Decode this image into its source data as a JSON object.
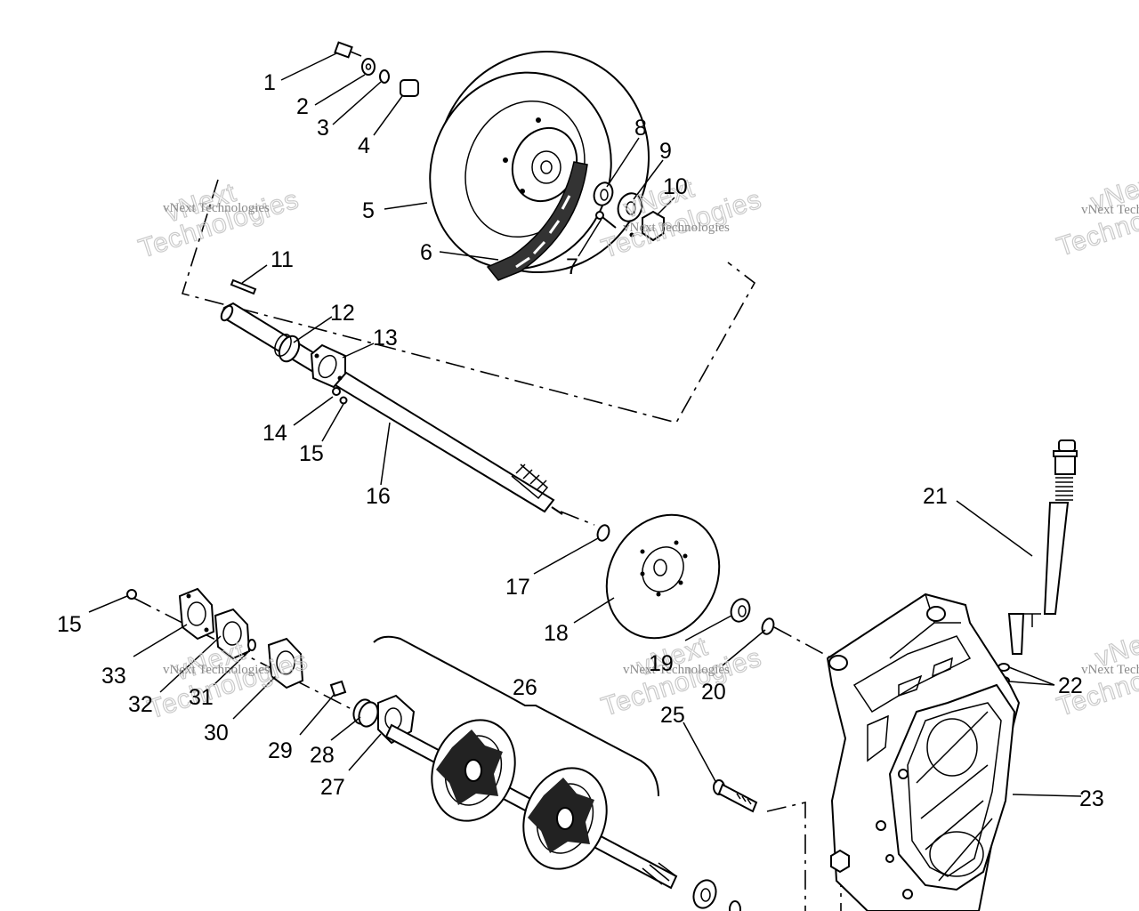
{
  "callouts": [
    {
      "id": "1",
      "text": "1"
    },
    {
      "id": "2",
      "text": "2"
    },
    {
      "id": "3",
      "text": "3"
    },
    {
      "id": "4",
      "text": "4"
    },
    {
      "id": "5",
      "text": "5"
    },
    {
      "id": "6",
      "text": "6"
    },
    {
      "id": "7",
      "text": "7"
    },
    {
      "id": "8",
      "text": "8"
    },
    {
      "id": "9",
      "text": "9"
    },
    {
      "id": "10",
      "text": "10"
    },
    {
      "id": "11",
      "text": "11"
    },
    {
      "id": "12",
      "text": "12"
    },
    {
      "id": "13",
      "text": "13"
    },
    {
      "id": "14",
      "text": "14"
    },
    {
      "id": "15",
      "text": "15"
    },
    {
      "id": "16",
      "text": "16"
    },
    {
      "id": "17",
      "text": "17"
    },
    {
      "id": "18",
      "text": "18"
    },
    {
      "id": "19",
      "text": "19"
    },
    {
      "id": "20",
      "text": "20"
    },
    {
      "id": "21",
      "text": "21"
    },
    {
      "id": "22",
      "text": "22"
    },
    {
      "id": "23",
      "text": "23"
    },
    {
      "id": "25",
      "text": "25"
    },
    {
      "id": "26",
      "text": "26"
    },
    {
      "id": "27",
      "text": "27"
    },
    {
      "id": "28",
      "text": "28"
    },
    {
      "id": "29",
      "text": "29"
    },
    {
      "id": "30",
      "text": "30"
    },
    {
      "id": "31",
      "text": "31"
    },
    {
      "id": "32",
      "text": "32"
    },
    {
      "id": "33",
      "text": "33"
    }
  ],
  "watermark": {
    "company": "vNext Technologies",
    "word_top": "vNext",
    "word_bottom": "Technologies"
  }
}
